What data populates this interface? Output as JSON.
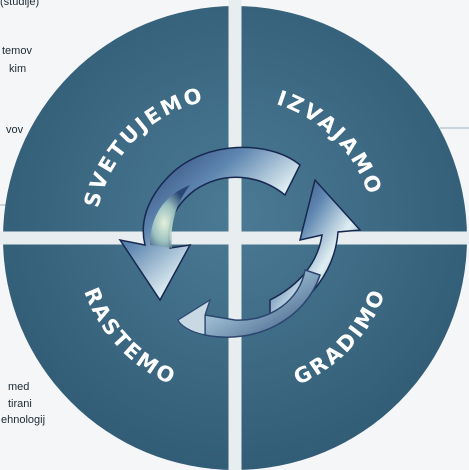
{
  "diagram": {
    "quadrants": {
      "top_left": "SVETUJEMO",
      "top_right": "IZVAJAMO",
      "bottom_left": "RASTEMO",
      "bottom_right": "GRADIMO"
    },
    "side_texts": [
      "(študije)",
      "temov",
      "kim",
      "vov",
      "med",
      "tirani",
      "ehnologij"
    ],
    "colors": {
      "disc": "#3c6a85",
      "disc_dark": "#2b5068",
      "divider": "#e8edf0",
      "background": "#f4f6f8",
      "text": "#1e2a33",
      "label": "#ffffff"
    },
    "center_icon": "recycling-arrows-icon"
  }
}
